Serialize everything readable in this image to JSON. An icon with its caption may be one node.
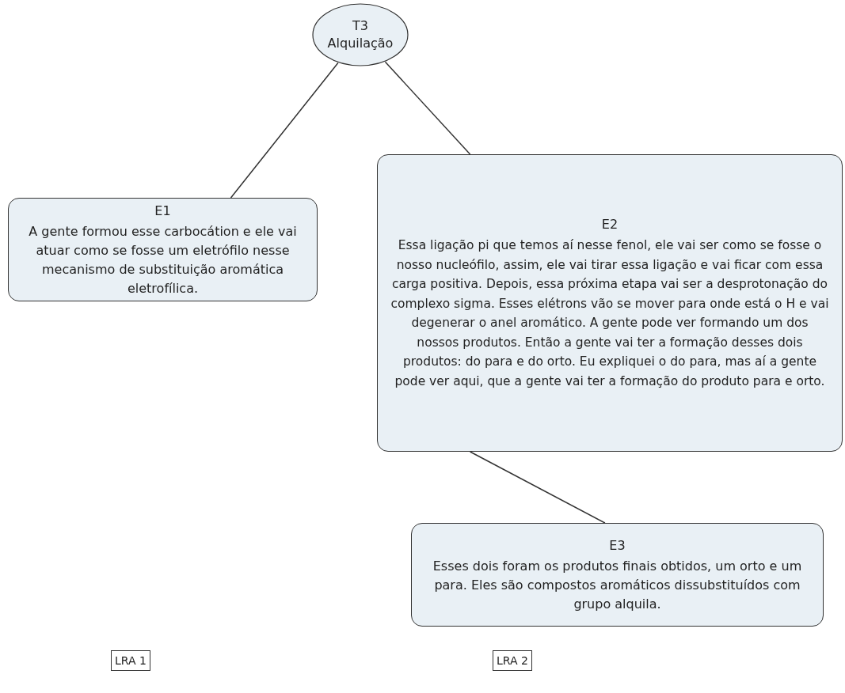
{
  "diagram": {
    "nodes": [
      {
        "text": [
          "T3",
          "Alquilação"
        ]
      },
      {
        "text": [
          "E1",
          "A gente formou esse carbocátion e ele vai atuar como se fosse um eletrófilo nesse mecanismo de substituição aromática eletrofílica."
        ]
      },
      {
        "text": [
          "E2",
          "Essa ligação pi que temos aí nesse fenol, ele vai ser como se fosse o nosso nucleófilo, assim, ele vai tirar essa ligação e vai ficar com essa carga positiva. Depois, essa próxima etapa vai ser a desprotonação do complexo sigma. Esses elétrons vão se mover para onde está o H e vai degenerar o anel aromático. A gente pode ver formando um dos nossos produtos. Então a gente vai ter a formação desses dois produtos: do para e do orto. Eu expliquei o do para, mas aí a gente pode ver aqui, que a gente vai ter a formação do produto para e orto."
        ]
      },
      {
        "text": [
          "E3",
          "Esses dois foram os produtos finais obtidos, um orto e um para. Eles são compostos aromáticos dissubstituídos com grupo alquila."
        ]
      },
      {
        "text": [
          "LRA 1"
        ]
      },
      {
        "text": [
          "LRA 2"
        ]
      }
    ],
    "edges": [
      {
        "from": 0,
        "to": 1,
        "arrow": "none"
      },
      {
        "from": 0,
        "to": 2,
        "arrow": "none"
      },
      {
        "from": 2,
        "to": 3,
        "arrow": "none"
      }
    ]
  }
}
